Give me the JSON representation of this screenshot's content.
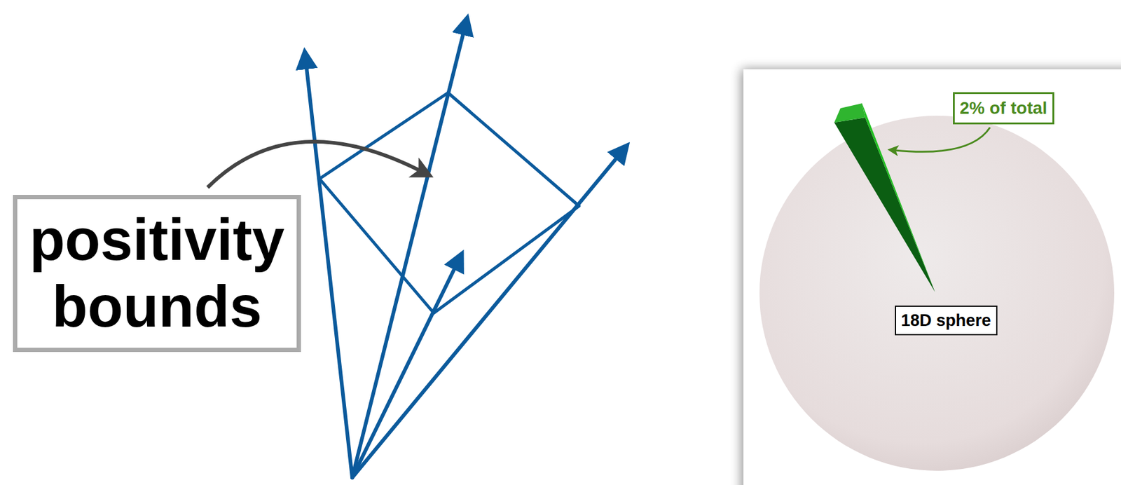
{
  "diagram": {
    "nodes": [
      {
        "text": [
          "positivity bounds"
        ]
      },
      {
        "text": [
          "2% of total"
        ]
      },
      {
        "text": [
          "18D sphere"
        ]
      }
    ]
  }
}
